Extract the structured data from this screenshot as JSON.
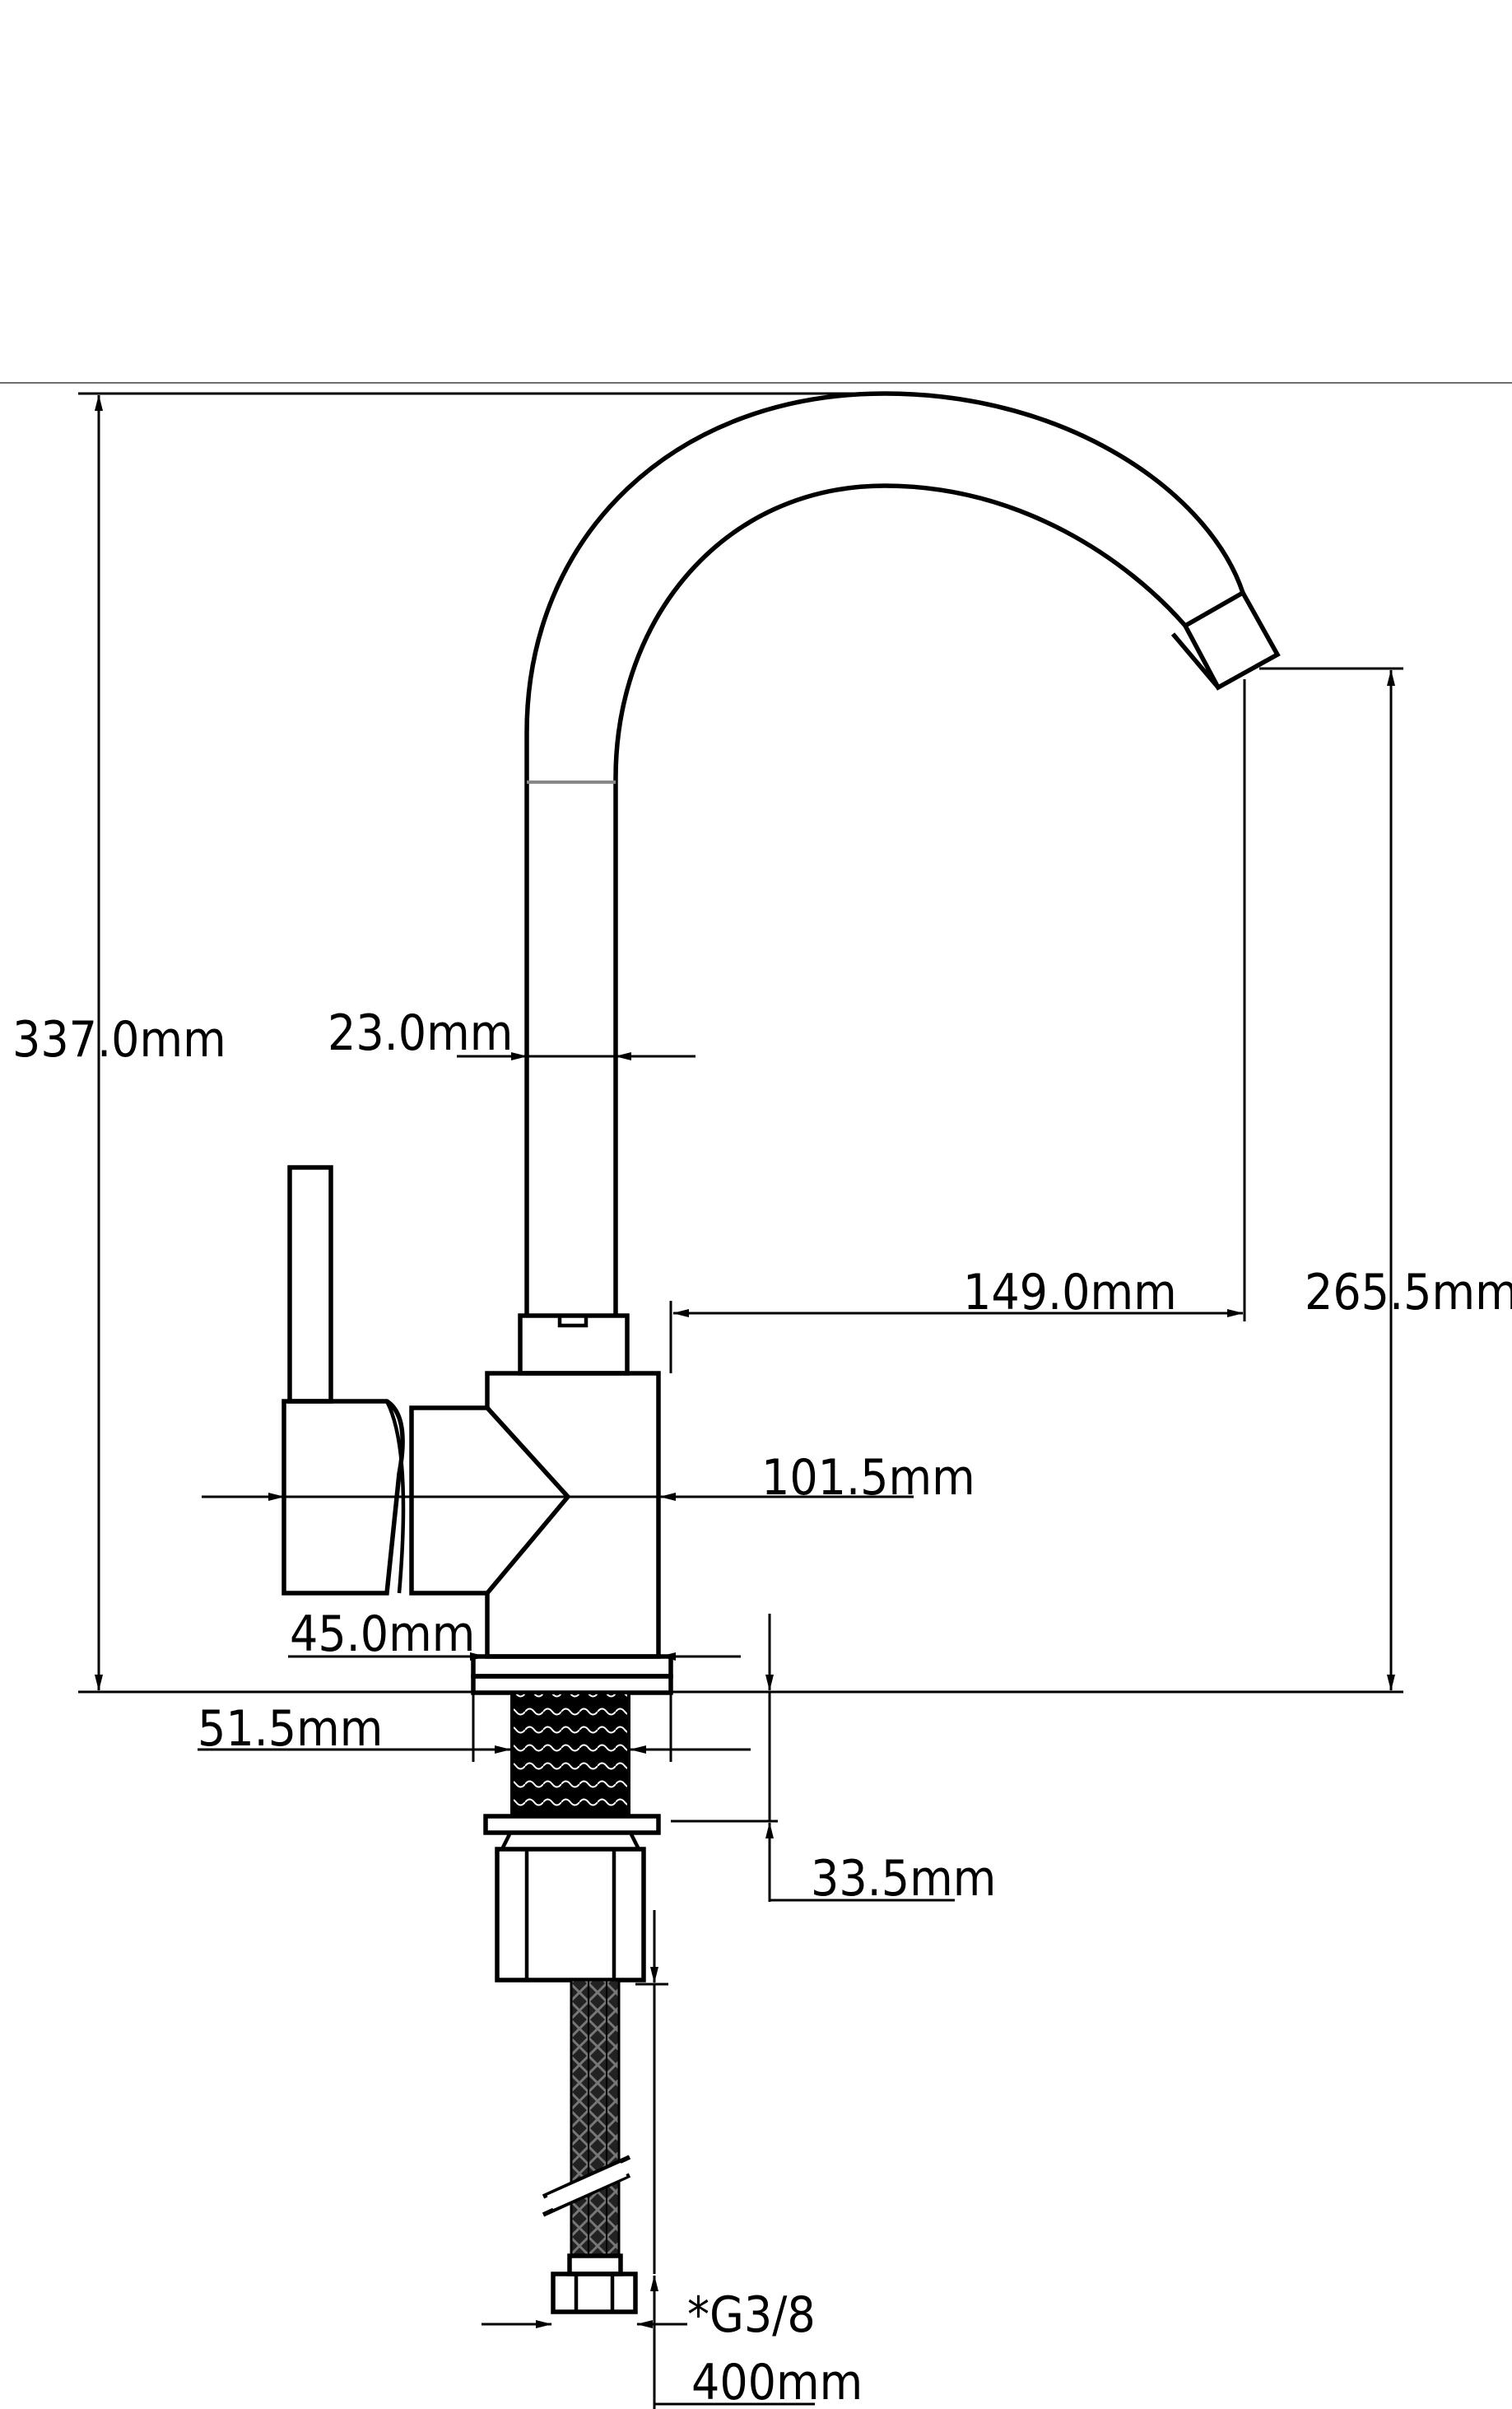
{
  "drawing": {
    "subject": "kitchen faucet dimension drawing",
    "line_color": "#000000",
    "background": "#ffffff"
  },
  "dimensions": {
    "overall_height": "337.0mm",
    "spout_diameter": "23.0mm",
    "spout_reach": "149.0mm",
    "spout_outlet_height": "265.5mm",
    "body_depth": "101.5mm",
    "base_diameter": "45.0mm",
    "shank_diameter": "51.5mm",
    "max_deck_thickness": "33.5mm",
    "connection_thread": "*G3/8",
    "hose_length": "400mm"
  }
}
